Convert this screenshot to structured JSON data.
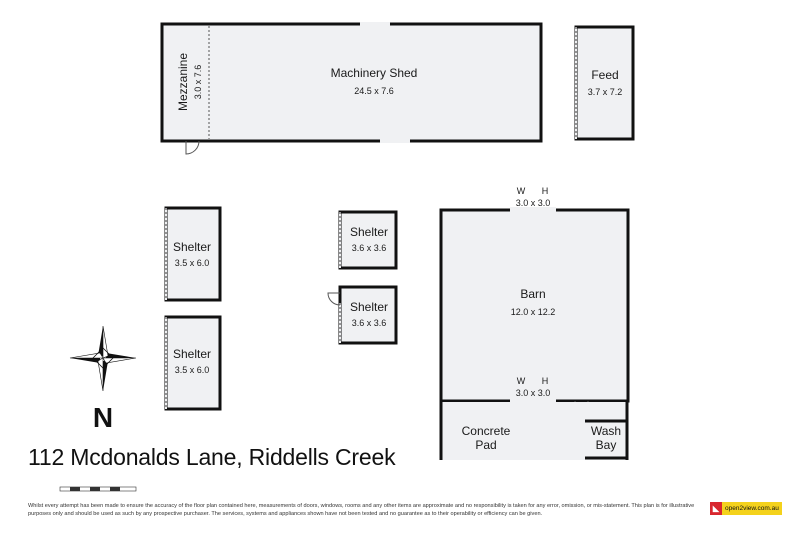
{
  "rooms": {
    "machinery_shed": {
      "name": "Machinery Shed",
      "size": "24.5 x 7.6"
    },
    "mezzanine": {
      "name": "Mezzanine",
      "size": "3.0 x 7.6"
    },
    "feed": {
      "name": "Feed",
      "size": "3.7 x 7.2"
    },
    "shelter_1": {
      "name": "Shelter",
      "size": "3.5 x 6.0"
    },
    "shelter_2": {
      "name": "Shelter",
      "size": "3.5 x 6.0"
    },
    "shelter_3": {
      "name": "Shelter",
      "size": "3.6 x 3.6"
    },
    "shelter_4": {
      "name": "Shelter",
      "size": "3.6 x 3.6"
    },
    "barn": {
      "name": "Barn",
      "size": "12.0 x 12.2"
    },
    "concrete_pad": {
      "name_line1": "Concrete",
      "name_line2": "Pad"
    },
    "wash_bay": {
      "name_line1": "Wash",
      "name_line2": "Bay"
    }
  },
  "openings": {
    "top": {
      "w": "W",
      "h": "H",
      "size": "3.0 x 3.0"
    },
    "bottom": {
      "w": "W",
      "h": "H",
      "size": "3.0 x 3.0"
    }
  },
  "compass": {
    "label": "N"
  },
  "address": "112 Mcdonalds Lane, Riddells Creek",
  "disclaimer": "Whilst every attempt has been made to ensure the accuracy of the floor plan contained here, measurements of doors, windows, rooms and any other items are approximate and no responsibility is taken for any error, omission, or mis-statement. This plan is for illustrative purposes only and should be used as such by any prospective purchaser. The services, systems and appliances shown have not been tested and no guarantee as to their operability or efficiency can be given.",
  "logo": {
    "text": "open2view.com.au"
  },
  "colors": {
    "room_fill": "#f0f1f3",
    "wall": "#111111",
    "logo_bg": "#f4d21c",
    "logo_mark": "#d8262e"
  }
}
